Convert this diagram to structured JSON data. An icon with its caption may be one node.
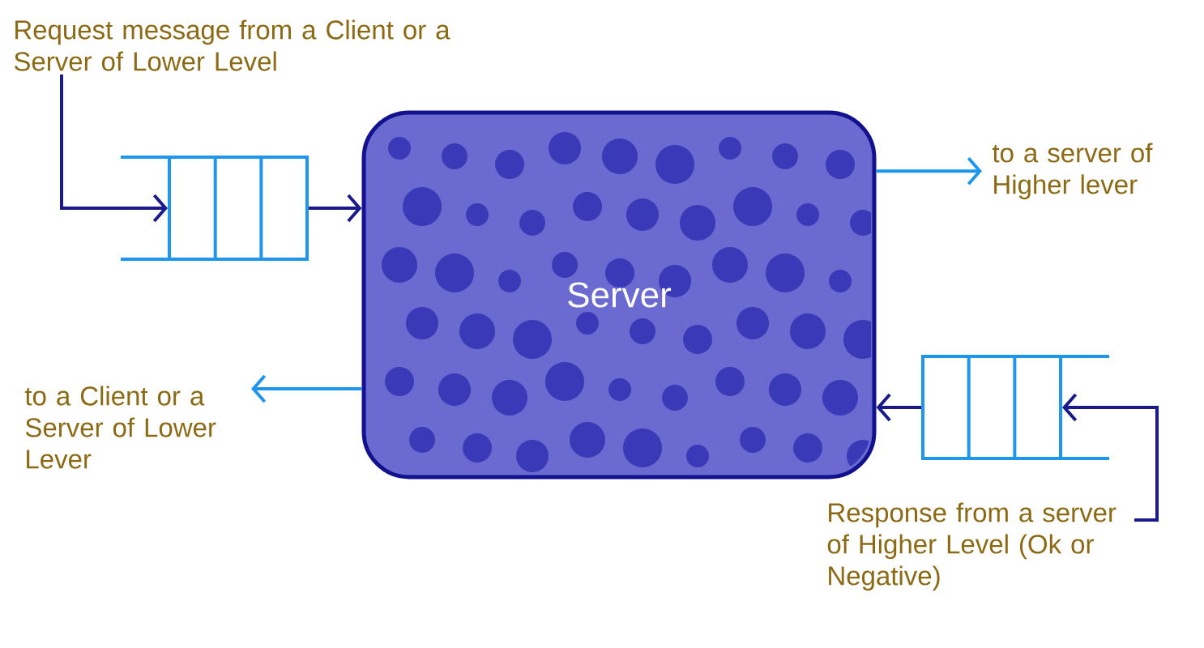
{
  "diagram": {
    "nodes": [
      {
        "text": [
          "Request message from a Client or a Server of Lower Level"
        ]
      },
      {
        "text": [],
        "shape": "queue"
      },
      {
        "text": [
          "Server"
        ]
      },
      {
        "text": [
          "to a server of Higher lever"
        ]
      },
      {
        "text": [
          "to a Client or a Server of Lower Lever"
        ]
      },
      {
        "text": [],
        "shape": "queue"
      },
      {
        "text": [
          "Response from a server of Higher Level (Ok or Negative)"
        ]
      }
    ],
    "edges": [
      {
        "from": 0,
        "to": 1,
        "arrow": "to"
      },
      {
        "from": 1,
        "to": 2,
        "arrow": "to"
      },
      {
        "from": 2,
        "to": 3,
        "arrow": "to",
        "color": "#1e96eb"
      },
      {
        "from": 2,
        "to": 4,
        "arrow": "to",
        "color": "#1e96eb"
      },
      {
        "from": 6,
        "to": 5,
        "arrow": "to"
      },
      {
        "from": 5,
        "to": 2,
        "arrow": "to"
      }
    ]
  }
}
